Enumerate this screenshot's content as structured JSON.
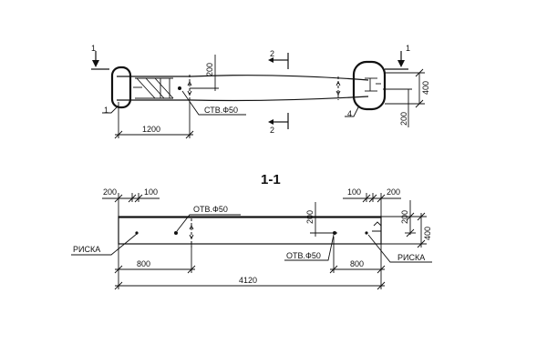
{
  "top_view": {
    "section_mark_left": "1",
    "section_mark_right": "1",
    "section_cut_top": "2",
    "section_cut_bottom": "2",
    "callout_left": "1",
    "callout_right": "4",
    "dim_200_a": "200",
    "dim_400": "400",
    "dim_200_b": "200",
    "dim_1200": "1200",
    "hole_label": "СТВ.Ф50"
  },
  "section_title": "1-1",
  "side_view": {
    "dim_200_left": "200",
    "dim_100_left": "100",
    "dim_100_right": "100",
    "dim_200_right": "200",
    "hole_label_top": "ОТВ.Ф50",
    "hole_label_bottom": "ОТВ.Ф50",
    "dim_200_vert": "200",
    "dim_200_right_vert": "200",
    "dim_400_right": "400",
    "mark_left": "РИСКА",
    "mark_right": "РИСКА",
    "dim_800_left": "800",
    "dim_800_right": "800",
    "dim_total": "4120"
  }
}
